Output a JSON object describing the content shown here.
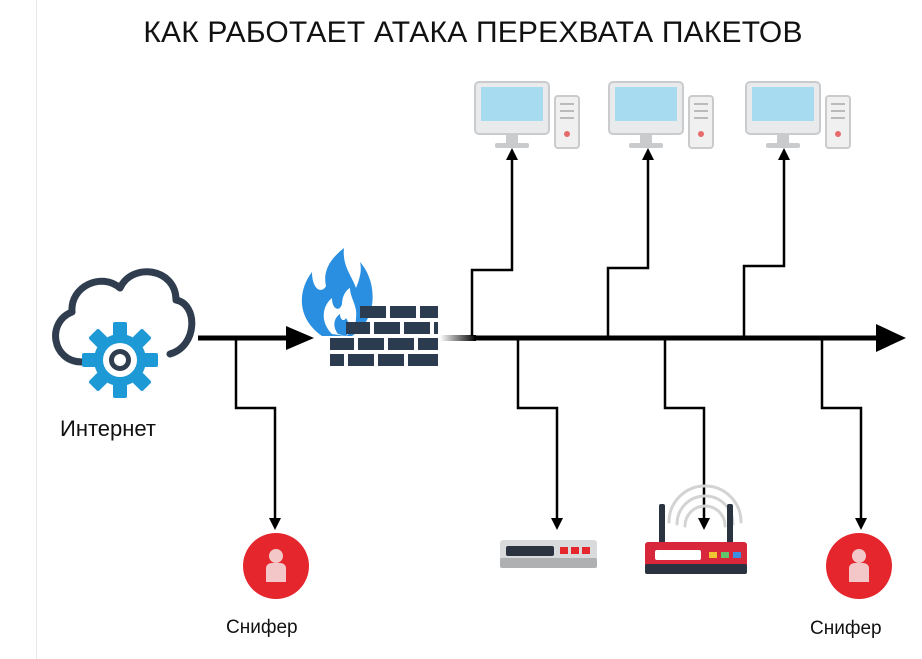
{
  "title": "КАК РАБОТАЕТ АТАКА ПЕРЕХВАТА ПАКЕТОВ",
  "nodes": {
    "internet": {
      "label": "Интернет",
      "icon": "cloud-gear-icon"
    },
    "firewall": {
      "icon": "firewall-icon"
    },
    "computers": [
      {
        "icon": "desktop-computer-icon"
      },
      {
        "icon": "desktop-computer-icon"
      },
      {
        "icon": "desktop-computer-icon"
      }
    ],
    "sniffer_left": {
      "label": "Снифер",
      "icon": "sniffer-user-icon"
    },
    "sniffer_right": {
      "label": "Снифер",
      "icon": "sniffer-user-icon"
    },
    "switch": {
      "icon": "network-switch-icon"
    },
    "router": {
      "icon": "wifi-router-icon"
    }
  },
  "colors": {
    "line": "#000000",
    "sniffer": "#e5262d",
    "cloud_outline": "#2f3d4e",
    "gear": "#1d9ad6",
    "flame": "#2a8fe0",
    "brick": "#2b3b50",
    "monitor_screen": "#a7dcf0",
    "device_red": "#d8263a"
  }
}
